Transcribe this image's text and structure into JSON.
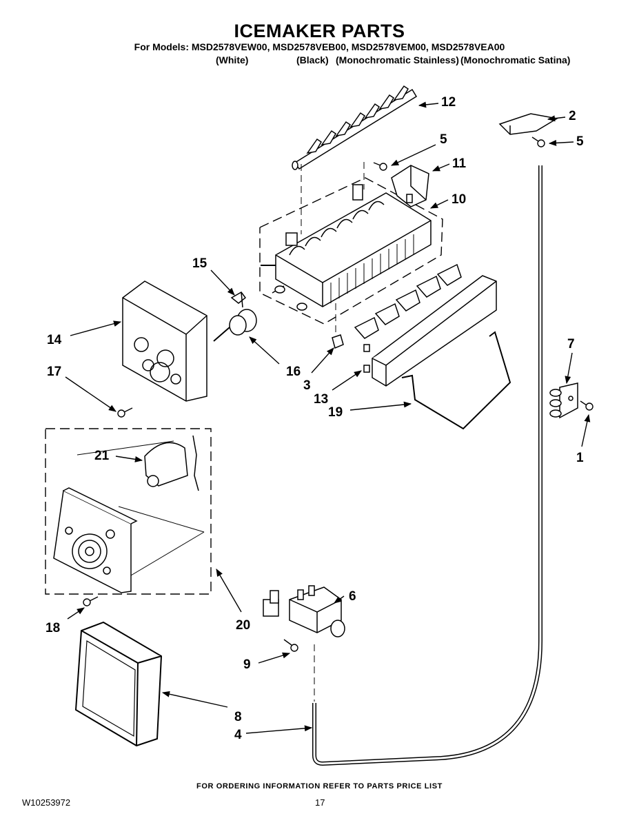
{
  "header": {
    "title": "ICEMAKER PARTS",
    "models_line": "For Models: MSD2578VEW00, MSD2578VEB00, MSD2578VEM00, MSD2578VEA00",
    "color_variants": [
      "(White)",
      "(Black)",
      "(Monochromatic Stainless)",
      "(Monochromatic Satina)"
    ]
  },
  "callouts": {
    "c1": "1",
    "c2": "2",
    "c3": "3",
    "c4": "4",
    "c5a": "5",
    "c5b": "5",
    "c6": "6",
    "c7": "7",
    "c8": "8",
    "c9": "9",
    "c10": "10",
    "c11": "11",
    "c12": "12",
    "c13": "13",
    "c14": "14",
    "c15": "15",
    "c16": "16",
    "c17": "17",
    "c18": "18",
    "c19": "19",
    "c20": "20",
    "c21": "21"
  },
  "footer": {
    "ordering_note": "FOR ORDERING INFORMATION REFER TO PARTS PRICE LIST",
    "document_number": "W10253972",
    "page_number": "17"
  }
}
